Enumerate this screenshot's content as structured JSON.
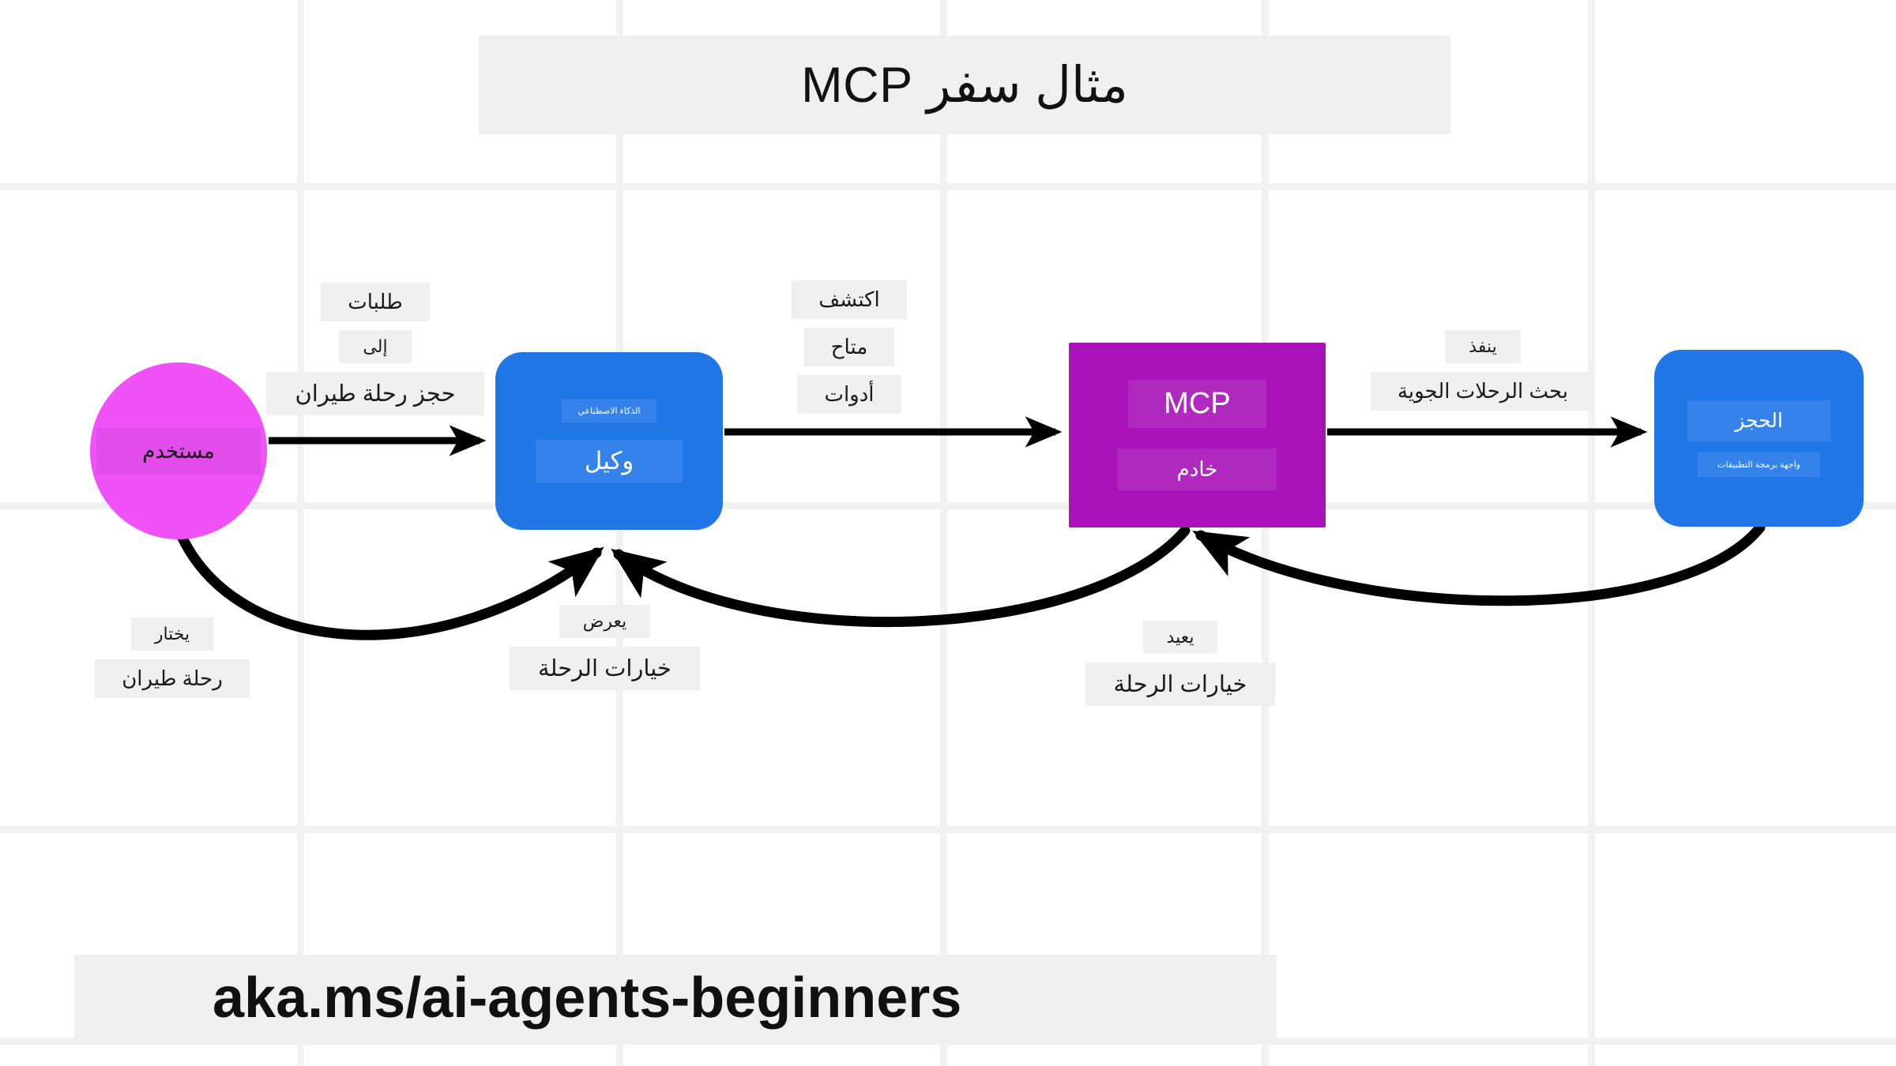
{
  "title": "مثال سفر MCP",
  "footer": "aka.ms/ai-agents-beginners",
  "colors": {
    "user": "#f051f8",
    "agent": "#2277e8",
    "mcp_server": "#a812b8",
    "booking_api": "#2277e8",
    "background": "#ffffff",
    "grid": "#f1f1f1",
    "label_background": "#efefef",
    "arrow": "#000000"
  },
  "nodes": {
    "user": {
      "label": "مستخدم"
    },
    "agent": {
      "sublabel": "الذكاء الاصطناعي",
      "label": "وكيل"
    },
    "mcp": {
      "label": "MCP",
      "sublabel": "خادم"
    },
    "booking": {
      "label": "الحجز",
      "sublabel": "واجهة برمجة التطبيقات"
    }
  },
  "edges": {
    "user_to_agent": {
      "lines": [
        "طلبات",
        "إلى",
        "حجز رحلة طيران"
      ]
    },
    "agent_to_mcp": {
      "lines": [
        "اكتشف",
        "متاح",
        "أدوات"
      ]
    },
    "mcp_to_booking": {
      "lines": [
        "ينفذ",
        "بحث الرحلات الجوية"
      ]
    },
    "user_selects": {
      "lines": [
        "يختار",
        "رحلة طيران"
      ]
    },
    "agent_presents": {
      "lines": [
        "يعرض",
        "خيارات الرحلة"
      ]
    },
    "mcp_returns": {
      "lines": [
        "يعيد",
        "خيارات الرحلة"
      ]
    }
  }
}
